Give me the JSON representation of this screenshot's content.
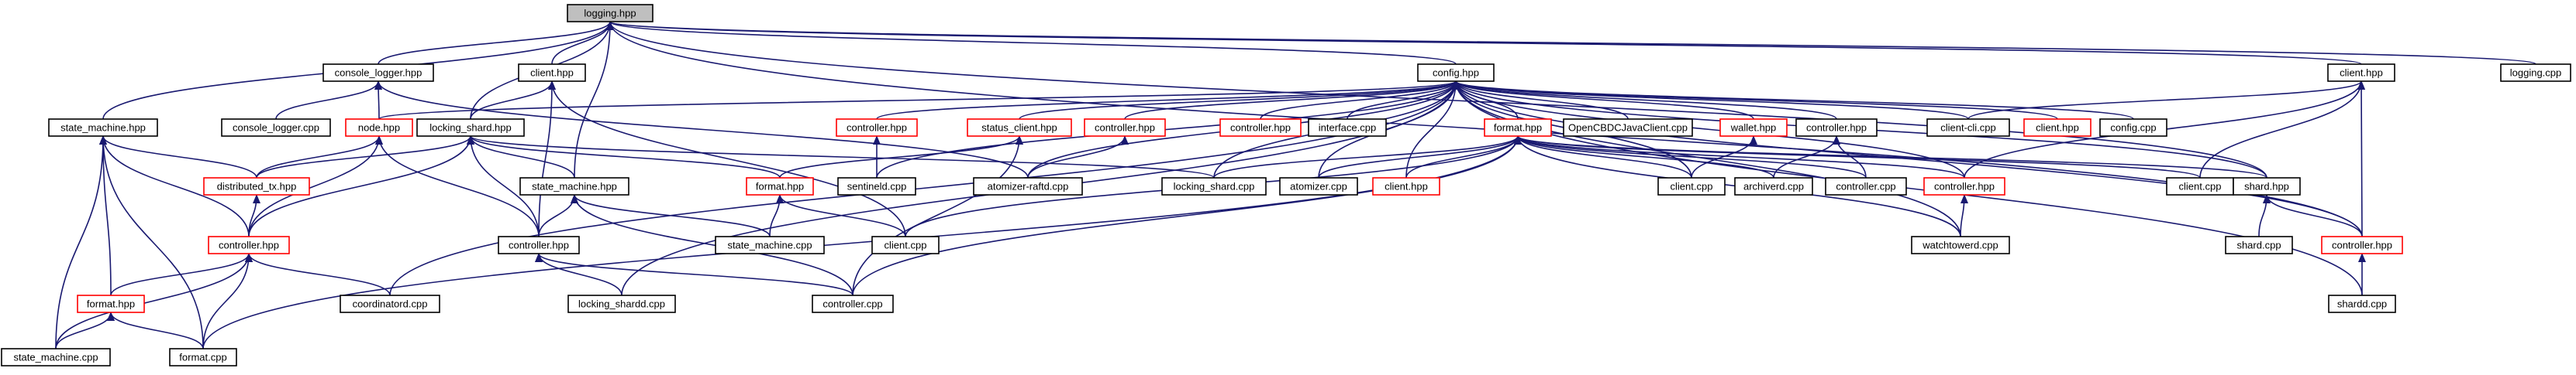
{
  "diagram": {
    "colors": {
      "edge": "#191970",
      "arrowhead": "#191970",
      "node_border": "#000000",
      "linked_node_border": "#ff0000",
      "highlight_fill": "#bfbfbf",
      "node_fill": "#ffffff"
    },
    "nodes": [
      {
        "id": "logging_hpp",
        "label": "logging.hpp",
        "highlight": true,
        "linked": false
      },
      {
        "id": "logging_cpp",
        "label": "logging.cpp",
        "highlight": false,
        "linked": false
      },
      {
        "id": "console_logger_hpp",
        "label": "console_logger.hpp",
        "highlight": false,
        "linked": false
      },
      {
        "id": "console_logger_cpp",
        "label": "console_logger.cpp",
        "highlight": false,
        "linked": false
      },
      {
        "id": "client_hpp_1",
        "label": "client.hpp",
        "highlight": false,
        "linked": false
      },
      {
        "id": "config_hpp",
        "label": "config.hpp",
        "highlight": false,
        "linked": false
      },
      {
        "id": "client_hpp_2",
        "label": "client.hpp",
        "highlight": false,
        "linked": false
      },
      {
        "id": "state_machine_hpp_1",
        "label": "state_machine.hpp",
        "highlight": false,
        "linked": false
      },
      {
        "id": "node_hpp",
        "label": "node.hpp",
        "highlight": false,
        "linked": true
      },
      {
        "id": "locking_shard_hpp",
        "label": "locking_shard.hpp",
        "highlight": false,
        "linked": false
      },
      {
        "id": "controller_hpp_1",
        "label": "controller.hpp",
        "highlight": false,
        "linked": true
      },
      {
        "id": "status_client_hpp",
        "label": "status_client.hpp",
        "highlight": false,
        "linked": true
      },
      {
        "id": "controller_hpp_2",
        "label": "controller.hpp",
        "highlight": false,
        "linked": true
      },
      {
        "id": "controller_hpp_3",
        "label": "controller.hpp",
        "highlight": false,
        "linked": true
      },
      {
        "id": "interface_cpp",
        "label": "interface.cpp",
        "highlight": false,
        "linked": false
      },
      {
        "id": "format_hpp_1",
        "label": "format.hpp",
        "highlight": false,
        "linked": true
      },
      {
        "id": "opencbdc_cpp",
        "label": "OpenCBDCJavaClient.cpp",
        "highlight": false,
        "linked": false
      },
      {
        "id": "wallet_hpp",
        "label": "wallet.hpp",
        "highlight": false,
        "linked": true
      },
      {
        "id": "controller_hpp_4",
        "label": "controller.hpp",
        "highlight": false,
        "linked": false
      },
      {
        "id": "client_cli_cpp",
        "label": "client-cli.cpp",
        "highlight": false,
        "linked": false
      },
      {
        "id": "client_hpp_3",
        "label": "client.hpp",
        "highlight": false,
        "linked": true
      },
      {
        "id": "config_cpp",
        "label": "config.cpp",
        "highlight": false,
        "linked": false
      },
      {
        "id": "distributed_tx_hpp",
        "label": "distributed_tx.hpp",
        "highlight": false,
        "linked": true
      },
      {
        "id": "format_hpp_2",
        "label": "format.hpp",
        "highlight": false,
        "linked": true
      },
      {
        "id": "state_machine_hpp_2",
        "label": "state_machine.hpp",
        "highlight": false,
        "linked": false
      },
      {
        "id": "sentineld_cpp",
        "label": "sentineld.cpp",
        "highlight": false,
        "linked": false
      },
      {
        "id": "atomizer_raftd_cpp",
        "label": "atomizer-raftd.cpp",
        "highlight": false,
        "linked": false
      },
      {
        "id": "locking_shard_cpp",
        "label": "locking_shard.cpp",
        "highlight": false,
        "linked": false
      },
      {
        "id": "atomizer_cpp",
        "label": "atomizer.cpp",
        "highlight": false,
        "linked": false
      },
      {
        "id": "client_hpp_4",
        "label": "client.hpp",
        "highlight": false,
        "linked": true
      },
      {
        "id": "client_cpp_1",
        "label": "client.cpp",
        "highlight": false,
        "linked": false
      },
      {
        "id": "archiverd_cpp",
        "label": "archiverd.cpp",
        "highlight": false,
        "linked": false
      },
      {
        "id": "controller_cpp_1",
        "label": "controller.cpp",
        "highlight": false,
        "linked": false
      },
      {
        "id": "controller_hpp_5",
        "label": "controller.hpp",
        "highlight": false,
        "linked": true
      },
      {
        "id": "client_cpp_2",
        "label": "client.cpp",
        "highlight": false,
        "linked": false
      },
      {
        "id": "shard_hpp",
        "label": "shard.hpp",
        "highlight": false,
        "linked": false
      },
      {
        "id": "controller_hpp_6",
        "label": "controller.hpp",
        "highlight": false,
        "linked": true
      },
      {
        "id": "format_hpp_3",
        "label": "format.hpp",
        "highlight": false,
        "linked": true
      },
      {
        "id": "controller_hpp_7",
        "label": "controller.hpp",
        "highlight": false,
        "linked": false
      },
      {
        "id": "state_machine_cpp_1",
        "label": "state_machine.cpp",
        "highlight": false,
        "linked": false
      },
      {
        "id": "client_cpp_3",
        "label": "client.cpp",
        "highlight": false,
        "linked": false
      },
      {
        "id": "coordinatord_cpp",
        "label": "coordinatord.cpp",
        "highlight": false,
        "linked": false
      },
      {
        "id": "locking_shardd_cpp",
        "label": "locking_shardd.cpp",
        "highlight": false,
        "linked": false
      },
      {
        "id": "controller_cpp_2",
        "label": "controller.cpp",
        "highlight": false,
        "linked": false
      },
      {
        "id": "watchtowerd_cpp",
        "label": "watchtowerd.cpp",
        "highlight": false,
        "linked": false
      },
      {
        "id": "shard_cpp",
        "label": "shard.cpp",
        "highlight": false,
        "linked": false
      },
      {
        "id": "controller_hpp_8",
        "label": "controller.hpp",
        "highlight": false,
        "linked": true
      },
      {
        "id": "shardd_cpp",
        "label": "shardd.cpp",
        "highlight": false,
        "linked": false
      },
      {
        "id": "state_machine_cpp_2",
        "label": "state_machine.cpp",
        "highlight": false,
        "linked": false
      },
      {
        "id": "format_cpp",
        "label": "format.cpp",
        "highlight": false,
        "linked": false
      }
    ],
    "edges": [
      [
        "logging_hpp",
        "logging_cpp"
      ],
      [
        "logging_hpp",
        "console_logger_hpp"
      ],
      [
        "logging_hpp",
        "client_hpp_1"
      ],
      [
        "logging_hpp",
        "config_hpp"
      ],
      [
        "logging_hpp",
        "client_hpp_2"
      ],
      [
        "logging_hpp",
        "state_machine_hpp_1"
      ],
      [
        "logging_hpp",
        "locking_shard_hpp"
      ],
      [
        "logging_hpp",
        "state_machine_hpp_2"
      ],
      [
        "logging_hpp",
        "shard_hpp"
      ],
      [
        "logging_hpp",
        "controller_hpp_8"
      ],
      [
        "console_logger_hpp",
        "console_logger_cpp"
      ],
      [
        "console_logger_hpp",
        "node_hpp"
      ],
      [
        "console_logger_hpp",
        "atomizer_raftd_cpp"
      ],
      [
        "client_hpp_1",
        "locking_shard_hpp"
      ],
      [
        "client_hpp_1",
        "client_cpp_3"
      ],
      [
        "client_hpp_1",
        "controller_hpp_7"
      ],
      [
        "config_hpp",
        "node_hpp"
      ],
      [
        "config_hpp",
        "controller_hpp_1"
      ],
      [
        "config_hpp",
        "status_client_hpp"
      ],
      [
        "config_hpp",
        "controller_hpp_2"
      ],
      [
        "config_hpp",
        "controller_hpp_3"
      ],
      [
        "config_hpp",
        "interface_cpp"
      ],
      [
        "config_hpp",
        "format_hpp_1"
      ],
      [
        "config_hpp",
        "opencbdc_cpp"
      ],
      [
        "config_hpp",
        "wallet_hpp"
      ],
      [
        "config_hpp",
        "controller_hpp_4"
      ],
      [
        "config_hpp",
        "client_cli_cpp"
      ],
      [
        "config_hpp",
        "client_hpp_3"
      ],
      [
        "config_hpp",
        "config_cpp"
      ],
      [
        "config_hpp",
        "sentineld_cpp"
      ],
      [
        "config_hpp",
        "atomizer_raftd_cpp"
      ],
      [
        "config_hpp",
        "locking_shard_cpp"
      ],
      [
        "config_hpp",
        "atomizer_cpp"
      ],
      [
        "config_hpp",
        "client_hpp_4"
      ],
      [
        "config_hpp",
        "client_cpp_1"
      ],
      [
        "config_hpp",
        "controller_hpp_5"
      ],
      [
        "config_hpp",
        "shard_hpp"
      ],
      [
        "config_hpp",
        "controller_hpp_8"
      ],
      [
        "config_hpp",
        "shardd_cpp"
      ],
      [
        "config_hpp",
        "coordinatord_cpp"
      ],
      [
        "config_hpp",
        "locking_shardd_cpp"
      ],
      [
        "config_hpp",
        "watchtowerd_cpp"
      ],
      [
        "client_hpp_2",
        "client_cli_cpp"
      ],
      [
        "client_hpp_2",
        "controller_hpp_5"
      ],
      [
        "client_hpp_2",
        "client_cpp_2"
      ],
      [
        "client_hpp_2",
        "controller_hpp_8"
      ],
      [
        "state_machine_hpp_1",
        "distributed_tx_hpp"
      ],
      [
        "state_machine_hpp_1",
        "controller_hpp_6"
      ],
      [
        "state_machine_hpp_1",
        "format_hpp_3"
      ],
      [
        "state_machine_hpp_1",
        "state_machine_cpp_2"
      ],
      [
        "state_machine_hpp_1",
        "format_cpp"
      ],
      [
        "node_hpp",
        "distributed_tx_hpp"
      ],
      [
        "node_hpp",
        "controller_hpp_6"
      ],
      [
        "node_hpp",
        "controller_hpp_7"
      ],
      [
        "locking_shard_hpp",
        "distributed_tx_hpp"
      ],
      [
        "locking_shard_hpp",
        "controller_hpp_6"
      ],
      [
        "locking_shard_hpp",
        "format_hpp_2"
      ],
      [
        "locking_shard_hpp",
        "state_machine_hpp_2"
      ],
      [
        "locking_shard_hpp",
        "controller_hpp_7"
      ],
      [
        "locking_shard_hpp",
        "locking_shard_cpp"
      ],
      [
        "controller_hpp_1",
        "sentineld_cpp"
      ],
      [
        "status_client_hpp",
        "format_hpp_2"
      ],
      [
        "status_client_hpp",
        "controller_cpp_2"
      ],
      [
        "controller_hpp_2",
        "atomizer_raftd_cpp"
      ],
      [
        "format_hpp_1",
        "atomizer_cpp"
      ],
      [
        "format_hpp_1",
        "client_hpp_4"
      ],
      [
        "format_hpp_1",
        "client_cpp_1"
      ],
      [
        "format_hpp_1",
        "archiverd_cpp"
      ],
      [
        "format_hpp_1",
        "controller_cpp_1"
      ],
      [
        "format_hpp_1",
        "controller_hpp_5"
      ],
      [
        "format_hpp_1",
        "client_cpp_2"
      ],
      [
        "format_hpp_1",
        "shard_hpp"
      ],
      [
        "format_hpp_1",
        "locking_shard_cpp"
      ],
      [
        "format_hpp_1",
        "watchtowerd_cpp"
      ],
      [
        "format_hpp_1",
        "client_cpp_3"
      ],
      [
        "format_hpp_1",
        "controller_cpp_2"
      ],
      [
        "format_hpp_1",
        "format_cpp"
      ],
      [
        "wallet_hpp",
        "client_cpp_1"
      ],
      [
        "controller_hpp_4",
        "archiverd_cpp"
      ],
      [
        "controller_hpp_4",
        "controller_cpp_1"
      ],
      [
        "controller_hpp_5",
        "watchtowerd_cpp"
      ],
      [
        "shard_hpp",
        "shard_cpp"
      ],
      [
        "shard_hpp",
        "controller_hpp_8"
      ],
      [
        "controller_hpp_8",
        "shardd_cpp"
      ],
      [
        "distributed_tx_hpp",
        "controller_hpp_6"
      ],
      [
        "format_hpp_2",
        "state_machine_cpp_1"
      ],
      [
        "format_hpp_2",
        "client_cpp_3"
      ],
      [
        "state_machine_hpp_2",
        "state_machine_cpp_1"
      ],
      [
        "state_machine_hpp_2",
        "controller_hpp_7"
      ],
      [
        "state_machine_hpp_2",
        "controller_cpp_2"
      ],
      [
        "controller_hpp_7",
        "locking_shardd_cpp"
      ],
      [
        "controller_hpp_7",
        "controller_cpp_2"
      ],
      [
        "controller_hpp_6",
        "format_hpp_3"
      ],
      [
        "controller_hpp_6",
        "coordinatord_cpp"
      ],
      [
        "controller_hpp_6",
        "state_machine_cpp_2"
      ],
      [
        "controller_hpp_6",
        "format_cpp"
      ],
      [
        "format_hpp_3",
        "state_machine_cpp_2"
      ],
      [
        "format_hpp_3",
        "format_cpp"
      ]
    ]
  }
}
